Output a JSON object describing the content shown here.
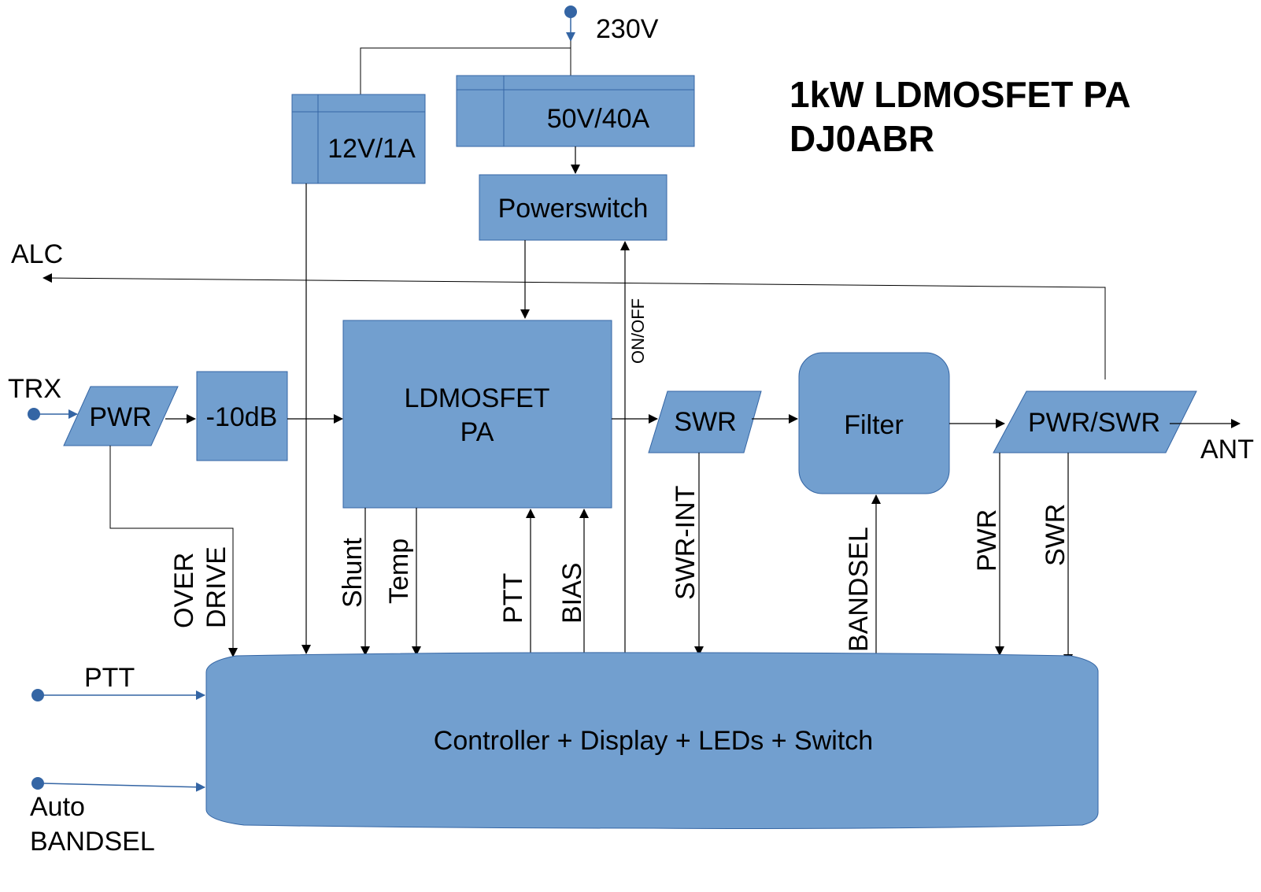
{
  "title": {
    "line1": "1kW LDMOSFET PA",
    "line2": "DJ0ABR"
  },
  "inputs": {
    "mains": "230V",
    "alc": "ALC",
    "trx": "TRX",
    "ant": "ANT",
    "ptt": "PTT",
    "auto_line1": "Auto",
    "auto_line2": "BANDSEL"
  },
  "blocks": {
    "psu12": "12V/1A",
    "psu50": "50V/40A",
    "powerswitch": "Powerswitch",
    "pwr_in": "PWR",
    "att": "-10dB",
    "pa_line1": "LDMOSFET",
    "pa_line2": "PA",
    "swr": "SWR",
    "filter": "Filter",
    "pwrswr": "PWR/SWR",
    "controller": "Controller + Display + LEDs + Switch"
  },
  "signals": {
    "onoff": "ON/OFF",
    "over": "OVER",
    "drive": "DRIVE",
    "shunt": "Shunt",
    "temp": "Temp",
    "ptt": "PTT",
    "bias": "BIAS",
    "swr_int": "SWR-INT",
    "bandsel": "BANDSEL",
    "pwr": "PWR",
    "swr": "SWR"
  },
  "colors": {
    "block_fill": "#729fcf",
    "block_stroke": "#3465a4",
    "line": "#000000"
  }
}
